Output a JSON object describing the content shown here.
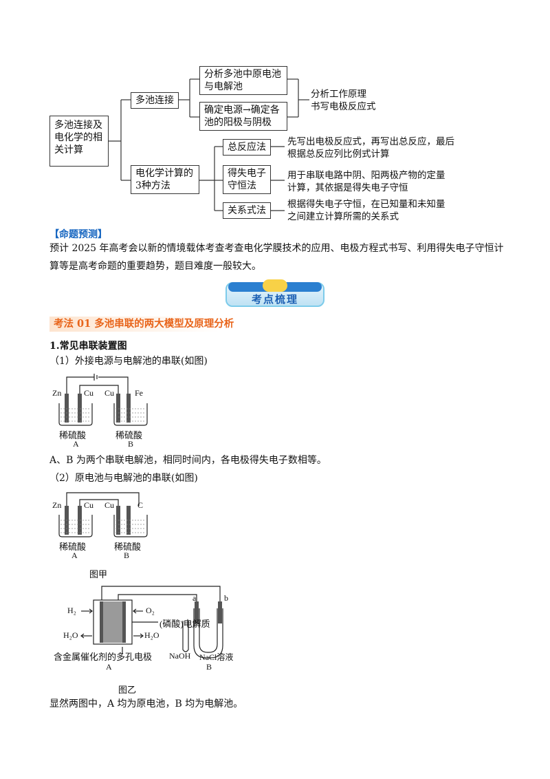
{
  "mindmap": {
    "root": "多池连接及电化学的相关计算",
    "branch1": "多池连接",
    "branch1_leaf1": "分析多池中原电池与电解池",
    "branch1_leaf2": "确定电源→确定各池的阳极与阴极",
    "branch1_note_line1": "分析工作原理",
    "branch1_note_line2": "书写电极反应式",
    "branch2": "电化学计算的3种方法",
    "method1": "总反应法",
    "method1_note_line1": "先写出电极反应式，再写出总反应，最后",
    "method1_note_line2": "根据总反应列比例式计算",
    "method2": "得失电子守恒法",
    "method2_note_line1": "用于串联电路中阴、阳两极产物的定量",
    "method2_note_line2": "计算，其依据是得失电子守恒",
    "method3": "关系式法",
    "method3_note_line1": "根据得失电子守恒，在已知量和未知量",
    "method3_note_line2": "之间建立计算所需的关系式"
  },
  "prediction": {
    "heading": "【命题预测】",
    "line1": "预计 2025 年高考会以新的情境载体考查考查电化学膜技术的应用、电极方程式书写、利用得失电子守恒计",
    "line2": "算等是高考命题的重要趋势，题目难度一般较大。"
  },
  "badge": {
    "text": "考点梳理"
  },
  "section": {
    "title": "考法 01  多池串联的两大模型及原理分析",
    "sub1": "1.常见串联装置图",
    "case1": "（1）外接电源与电解池的串联(如图)",
    "case1_desc": "A、B 为两个串联电解池，相同时间内，各电极得失电子数相等。",
    "case2": "（2）原电池与电解池的串联(如图)",
    "conclusion": "显然两图中，A 均为原电池，B 均为电解池。"
  },
  "fig1": {
    "e1": "Zn",
    "e2": "Cu",
    "e3": "Cu",
    "e4": "Fe",
    "solA": "稀硫酸",
    "solB": "稀硫酸",
    "labA": "A",
    "labB": "B"
  },
  "fig2": {
    "e1": "Zn",
    "e2": "Cu",
    "e3": "Cu",
    "e4": "C",
    "solA": "稀硫酸",
    "solB": "稀硫酸",
    "labA": "A",
    "labB": "B",
    "caption": "图甲"
  },
  "fig3": {
    "h2": "H₂",
    "o2": "O₂",
    "h2o_left": "H₂O",
    "h2o_right": "H₂O",
    "electrolyte": "(磷酸)电解质",
    "electrode": "含金属催化剂的多孔电极",
    "labA": "A",
    "a": "a",
    "b": "b",
    "naoh": "NaOH",
    "nacl": "NaCl溶液",
    "labB": "B",
    "caption": "图乙"
  }
}
